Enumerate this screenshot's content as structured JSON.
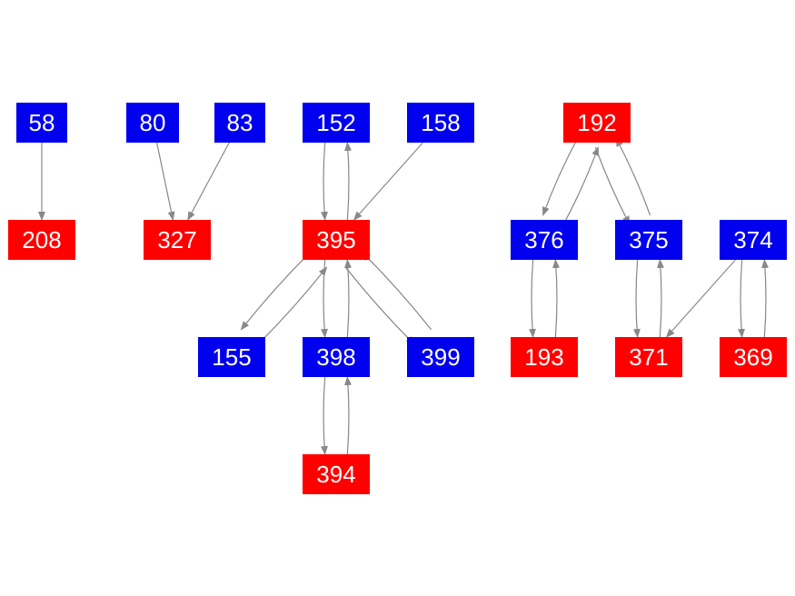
{
  "colors": {
    "blue": "#0000ee",
    "red": "#ff0000",
    "edge": "#888888",
    "text": "#ffffff"
  },
  "nodes": [
    {
      "id": "n58",
      "label": "58",
      "color": "blue"
    },
    {
      "id": "n80",
      "label": "80",
      "color": "blue"
    },
    {
      "id": "n83",
      "label": "83",
      "color": "blue"
    },
    {
      "id": "n152",
      "label": "152",
      "color": "blue"
    },
    {
      "id": "n158",
      "label": "158",
      "color": "blue"
    },
    {
      "id": "n192",
      "label": "192",
      "color": "red"
    },
    {
      "id": "n208",
      "label": "208",
      "color": "red"
    },
    {
      "id": "n327",
      "label": "327",
      "color": "red"
    },
    {
      "id": "n395",
      "label": "395",
      "color": "red"
    },
    {
      "id": "n376",
      "label": "376",
      "color": "blue"
    },
    {
      "id": "n375",
      "label": "375",
      "color": "blue"
    },
    {
      "id": "n374",
      "label": "374",
      "color": "blue"
    },
    {
      "id": "n155",
      "label": "155",
      "color": "blue"
    },
    {
      "id": "n398",
      "label": "398",
      "color": "blue"
    },
    {
      "id": "n399",
      "label": "399",
      "color": "blue"
    },
    {
      "id": "n193",
      "label": "193",
      "color": "red"
    },
    {
      "id": "n371",
      "label": "371",
      "color": "red"
    },
    {
      "id": "n369",
      "label": "369",
      "color": "red"
    },
    {
      "id": "n394",
      "label": "394",
      "color": "red"
    }
  ],
  "edges": [
    {
      "from": "n58",
      "to": "n208"
    },
    {
      "from": "n80",
      "to": "n327"
    },
    {
      "from": "n83",
      "to": "n327"
    },
    {
      "from": "n152",
      "to": "n395"
    },
    {
      "from": "n395",
      "to": "n152"
    },
    {
      "from": "n158",
      "to": "n395"
    },
    {
      "from": "n395",
      "to": "n155"
    },
    {
      "from": "n155",
      "to": "n395"
    },
    {
      "from": "n395",
      "to": "n398"
    },
    {
      "from": "n398",
      "to": "n395"
    },
    {
      "from": "n395",
      "to": "n399"
    },
    {
      "from": "n399",
      "to": "n395"
    },
    {
      "from": "n398",
      "to": "n394"
    },
    {
      "from": "n394",
      "to": "n398"
    },
    {
      "from": "n192",
      "to": "n376"
    },
    {
      "from": "n376",
      "to": "n192"
    },
    {
      "from": "n192",
      "to": "n375"
    },
    {
      "from": "n375",
      "to": "n192"
    },
    {
      "from": "n376",
      "to": "n193"
    },
    {
      "from": "n193",
      "to": "n376"
    },
    {
      "from": "n375",
      "to": "n371"
    },
    {
      "from": "n371",
      "to": "n375"
    },
    {
      "from": "n374",
      "to": "n371"
    },
    {
      "from": "n374",
      "to": "n369"
    },
    {
      "from": "n369",
      "to": "n374"
    }
  ]
}
